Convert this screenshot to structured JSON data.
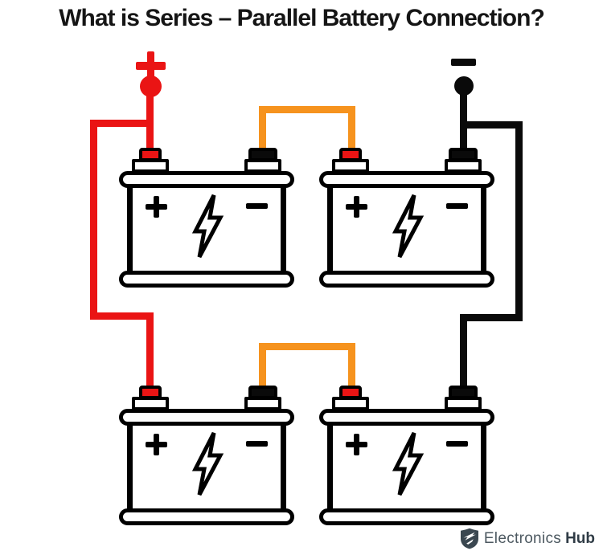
{
  "title": "What is Series – Parallel Battery Connection?",
  "diagram": {
    "pack_terminals": {
      "positive_symbol": "+",
      "negative_symbol": "−"
    },
    "batteries": [
      {
        "name": "battery-top-left",
        "positive_label": "+",
        "negative_label": "−",
        "icon": "lightning-bolt-icon"
      },
      {
        "name": "battery-top-right",
        "positive_label": "+",
        "negative_label": "−",
        "icon": "lightning-bolt-icon"
      },
      {
        "name": "battery-bottom-left",
        "positive_label": "+",
        "negative_label": "−",
        "icon": "lightning-bolt-icon"
      },
      {
        "name": "battery-bottom-right",
        "positive_label": "+",
        "negative_label": "−",
        "icon": "lightning-bolt-icon"
      }
    ],
    "wires": [
      {
        "name": "positive-lead",
        "color": "#ea1414",
        "connects": "pack + terminal to battery-top-left + and battery-bottom-left +"
      },
      {
        "name": "series-jumper-top",
        "color": "#f6931e",
        "connects": "battery-top-left − to battery-top-right +"
      },
      {
        "name": "series-jumper-bottom",
        "color": "#f6931e",
        "connects": "battery-bottom-left − to battery-bottom-right +"
      },
      {
        "name": "negative-lead",
        "color": "#0a0a0a",
        "connects": "pack − terminal to battery-top-right − and battery-bottom-right −"
      }
    ]
  },
  "colors": {
    "wire_red": "#ea1414",
    "wire_orange": "#f6931e",
    "wire_black": "#0a0a0a",
    "outline": "#000000",
    "title_color": "#151515",
    "logo_icon": "#3a4750",
    "logo_text": "#4d5961",
    "logo_text_bold": "#303c46"
  },
  "logo": {
    "brand_regular": "Electronics",
    "brand_bold": "Hub",
    "icon": "shield-bolt-icon"
  }
}
